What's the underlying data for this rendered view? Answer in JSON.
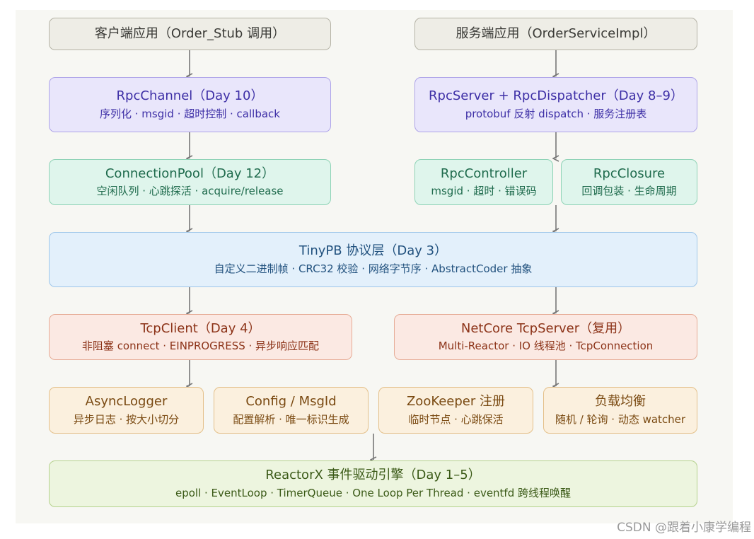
{
  "top": {
    "client_app": "客户端应用（Order_Stub 调用）",
    "server_app": "服务端应用（OrderServiceImpl）"
  },
  "rpc_channel": {
    "title": "RpcChannel（Day 10）",
    "subtitle": "序列化 · msgid · 超时控制 · callback"
  },
  "rpc_server": {
    "title": "RpcServer + RpcDispatcher（Day 8–9）",
    "subtitle": "protobuf 反射 dispatch · 服务注册表"
  },
  "connection_pool": {
    "title": "ConnectionPool（Day 12）",
    "subtitle": "空闲队列 · 心跳探活 · acquire/release"
  },
  "rpc_controller": {
    "title": "RpcController",
    "subtitle": "msgid · 超时 · 错误码"
  },
  "rpc_closure": {
    "title": "RpcClosure",
    "subtitle": "回调包装 · 生命周期"
  },
  "tinypb": {
    "title": "TinyPB 协议层（Day 3）",
    "subtitle": "自定义二进制帧 · CRC32 校验 · 网络字节序 · AbstractCoder 抽象"
  },
  "tcp_client": {
    "title": "TcpClient（Day 4）",
    "subtitle": "非阻塞 connect · EINPROGRESS · 异步响应匹配"
  },
  "tcp_server": {
    "title": "NetCore TcpServer（复用）",
    "subtitle": "Multi-Reactor · IO 线程池 · TcpConnection"
  },
  "async_logger": {
    "title": "AsyncLogger",
    "subtitle": "异步日志 · 按大小切分"
  },
  "config": {
    "title": "Config / MsgId",
    "subtitle": "配置解析 · 唯一标识生成"
  },
  "zookeeper": {
    "title": "ZooKeeper 注册",
    "subtitle": "临时节点 · 心跳保活"
  },
  "load_balance": {
    "title": "负载均衡",
    "subtitle": "随机 / 轮询 · 动态 watcher"
  },
  "reactorx": {
    "title": "ReactorX 事件驱动引擎（Day 1–5）",
    "subtitle": "epoll · EventLoop · TimerQueue · One Loop Per Thread · eventfd 跨线程唤醒"
  },
  "watermark": "CSDN @跟着小康学编程",
  "colors": {
    "gray": "#eeede6",
    "purple": "#e9e6fb",
    "mint": "#dff5ec",
    "blue": "#e3f0fb",
    "coral": "#fbe9e3",
    "amber": "#fbf0de",
    "green": "#edf5df",
    "arrow": "#777777"
  }
}
